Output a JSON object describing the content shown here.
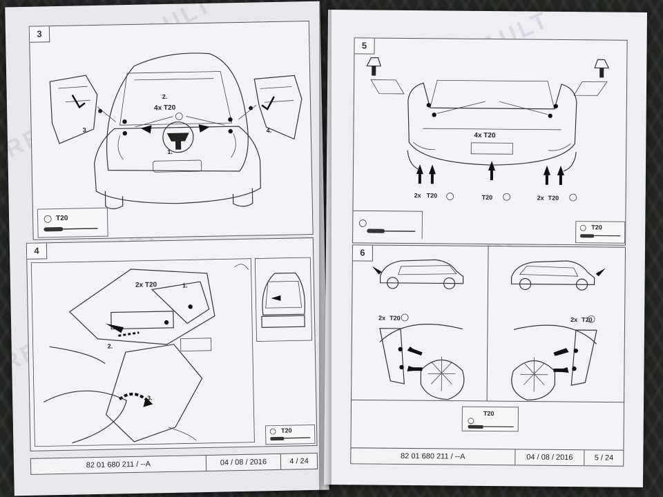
{
  "brand_watermark": "RENAULT",
  "left_page": {
    "step3": {
      "number": "3",
      "labels": {
        "l1": "1.",
        "l2": "2.",
        "l3": "3.",
        "l4": "4.",
        "count_t20": "4x  T20"
      },
      "tool_label": "T20"
    },
    "step4": {
      "number": "4",
      "labels": {
        "count_t20": "2x  T20",
        "l1": "1.",
        "l2": "2.",
        "l3": "3."
      },
      "tool_label": "T20"
    },
    "footer": {
      "doc_number": "82 01 680 211 / --A",
      "date": "04 / 08 / 2016",
      "page": "4 / 24"
    }
  },
  "right_page": {
    "step5": {
      "number": "5",
      "labels": {
        "count_t20": "4x  T20",
        "left_count": "2x",
        "left_t20": "T20",
        "center_t20": "T20",
        "right_count": "2x",
        "right_t20": "T20"
      },
      "tool_label": "T20"
    },
    "step6": {
      "number": "6",
      "labels": {
        "left_count": "2x",
        "left_t20": "T20",
        "right_count": "2x",
        "right_t20": "T20"
      },
      "tool_label": "T20"
    },
    "footer": {
      "doc_number": "82 01 680 211 / --A",
      "date": "04 / 08 / 2016",
      "page": "5 / 24"
    }
  }
}
